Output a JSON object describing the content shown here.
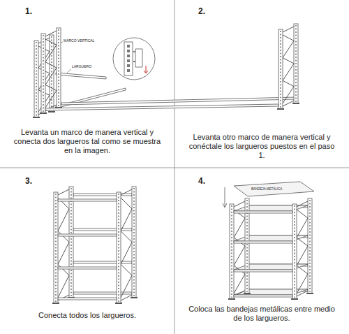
{
  "diagram": {
    "labels": [
      "1.",
      "MARCO VERTICAL",
      "LARGUERO",
      "Levanta un marco de manera vertical y conecta dos largueros tal como se muestra en la imagen.",
      "2.",
      "Levanta otro marco de manera vertical y conéctale los largueros puestos en el paso 1.",
      "3.",
      "Conecta todos los largueros.",
      "4.",
      "BANDEJA METÁLICA",
      "Coloca las bandejas metálicas entre medio de los largueros."
    ]
  }
}
